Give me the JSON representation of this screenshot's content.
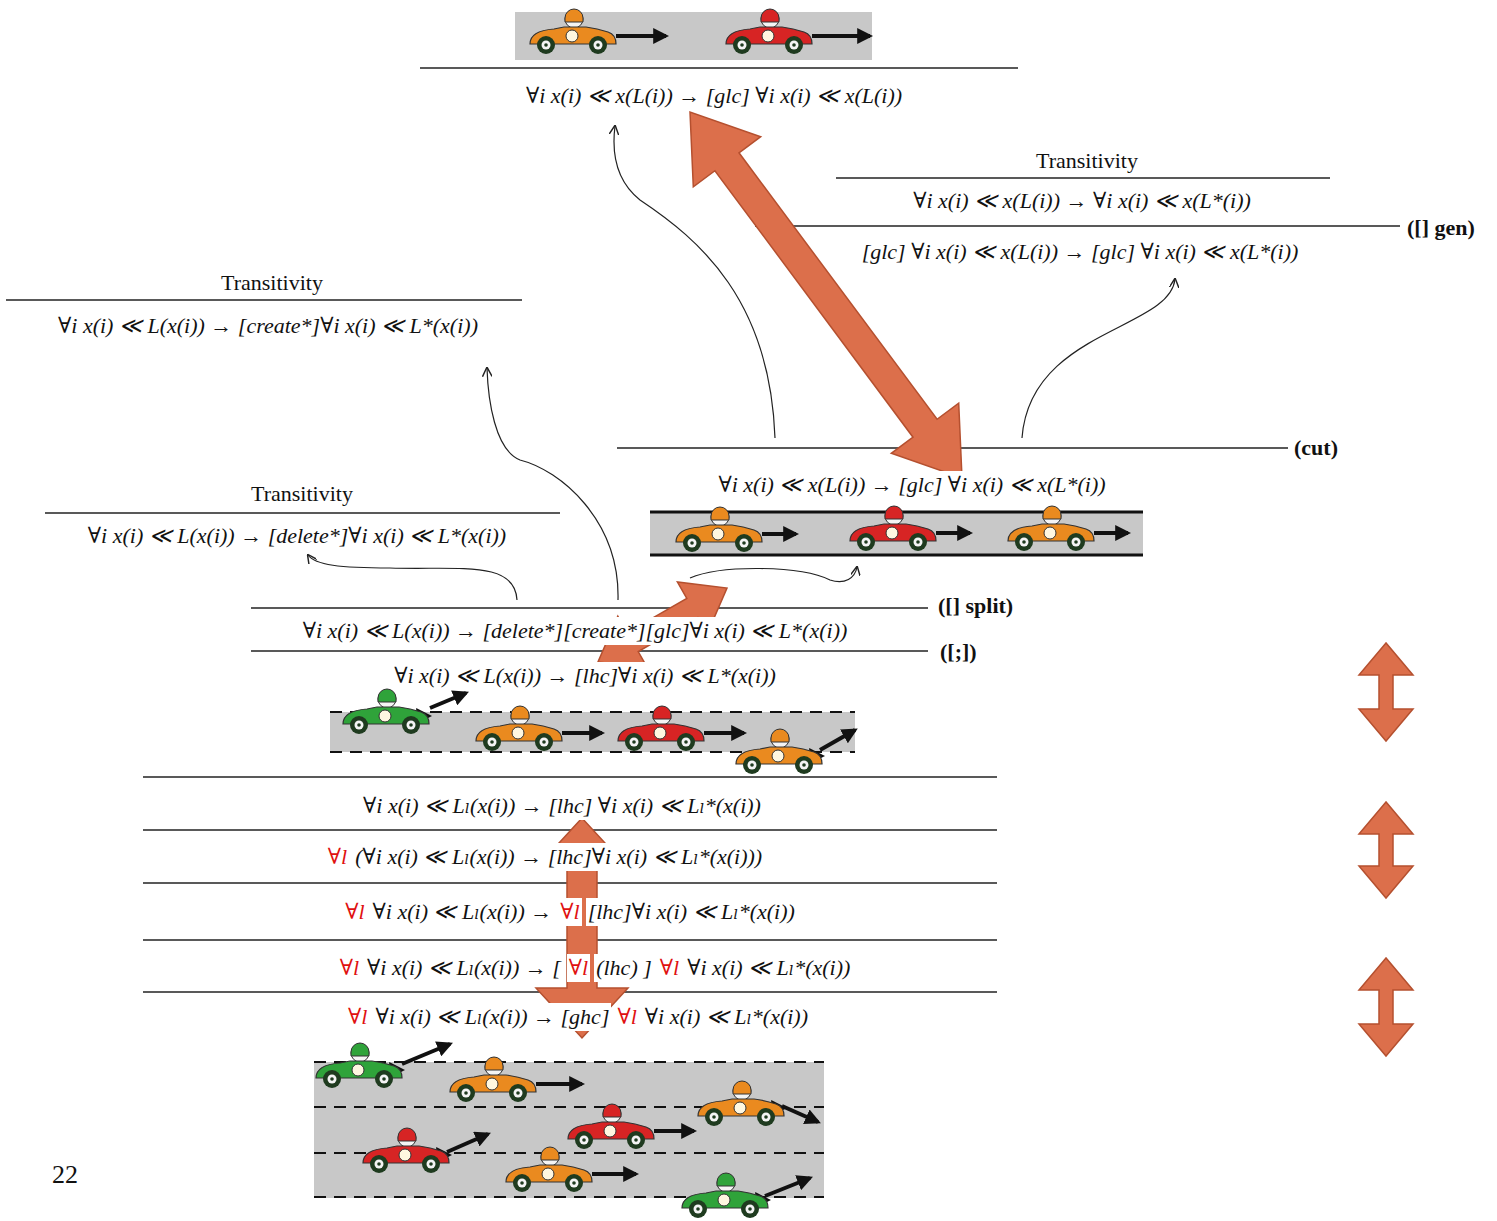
{
  "diagram": {
    "labels": [
      "∀i x(i) ≪ x(L(i)) → [glc] ∀i x(i) ≪ x(L(i))",
      "Transitivity",
      "∀i x(i) ≪ x(L(i)) → ∀i x(i) ≪ x(L*(i))",
      "[glc] ∀i x(i) ≪ x(L(i)) → [glc] ∀i x(i) ≪ x(L*(i))",
      "([] gen)",
      "Transitivity",
      "∀i x(i) ≪ L(x(i)) → [create*]∀i x(i) ≪ L*(x(i))",
      "(cut)",
      "∀i x(i) ≪ x(L(i)) → [glc] ∀i x(i) ≪ x(L*(i))",
      "Transitivity",
      "∀i x(i) ≪ L(x(i)) → [delete*]∀i x(i) ≪ L*(x(i))",
      "([] split)",
      "∀i x(i) ≪ L(x(i)) → [delete*][create*][glc]∀i x(i) ≪ L*(x(i))",
      "([;])",
      "∀i x(i) ≪ L(x(i)) → [lhc]∀i x(i) ≪ L*(x(i))",
      "∀i x(i) ≪ Lₗ(x(i)) → [lhc] ∀i x(i) ≪ Lₗ*(x(i))",
      "∀l",
      "(∀i x(i) ≪ Lₗ(x(i)) → [lhc]∀i x(i) ≪ Lₗ*(x(i)))",
      "∀l",
      "∀i x(i) ≪ Lₗ(x(i)) →",
      "∀l",
      "[lhc]∀i x(i) ≪ Lₗ*(x(i))",
      "∀l",
      "∀i x(i) ≪ Lₗ(x(i)) → [",
      "∀l",
      "(lhc) ]",
      "∀l",
      "∀i x(i) ≪ Lₗ*(x(i))",
      "∀l",
      "∀i x(i) ≪ Lₗ(x(i)) → [ghc]",
      "∀l",
      "∀i x(i) ≪ Lₗ*(x(i))",
      "22"
    ]
  }
}
